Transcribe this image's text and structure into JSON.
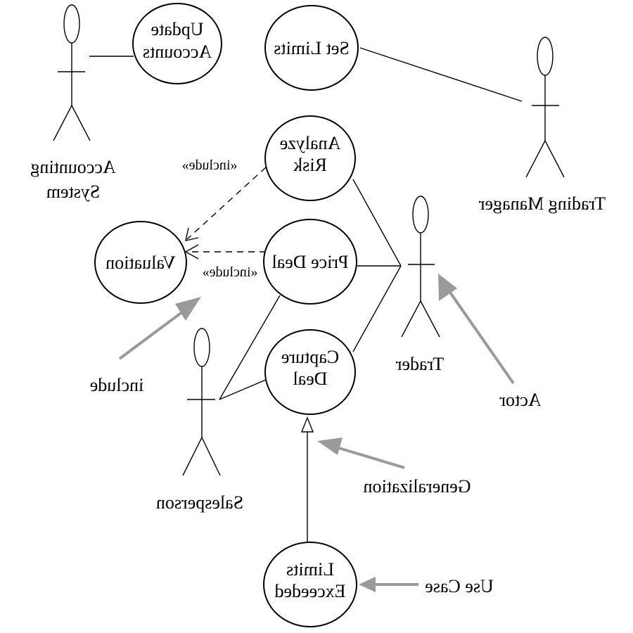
{
  "use_cases": {
    "update_accounts": [
      "Update",
      "Accounts"
    ],
    "set_limits": [
      "Set Limits"
    ],
    "analyze_risk": [
      "Analyze",
      "Risk"
    ],
    "valuation": [
      "Valuation"
    ],
    "price_deal": [
      "Price Deal"
    ],
    "capture_deal": [
      "Capture",
      "Deal"
    ],
    "limits_exceeded": [
      "Limits",
      "Exceeded"
    ]
  },
  "actors": {
    "accounting_system": [
      "Accounting",
      "System"
    ],
    "trading_manager": [
      "Trading Manager"
    ],
    "trader": [
      "Trader"
    ],
    "salesperson": [
      "Salesperson"
    ]
  },
  "stereotypes": {
    "include_top": "«include»",
    "include_bottom": "«include»"
  },
  "annotations": {
    "include": "include",
    "actor": "Actor",
    "generalization": "Generalization",
    "use_case": "Use Case"
  },
  "colors": {
    "callout_arrow": "#9a9a9a",
    "lines": "#000000"
  }
}
